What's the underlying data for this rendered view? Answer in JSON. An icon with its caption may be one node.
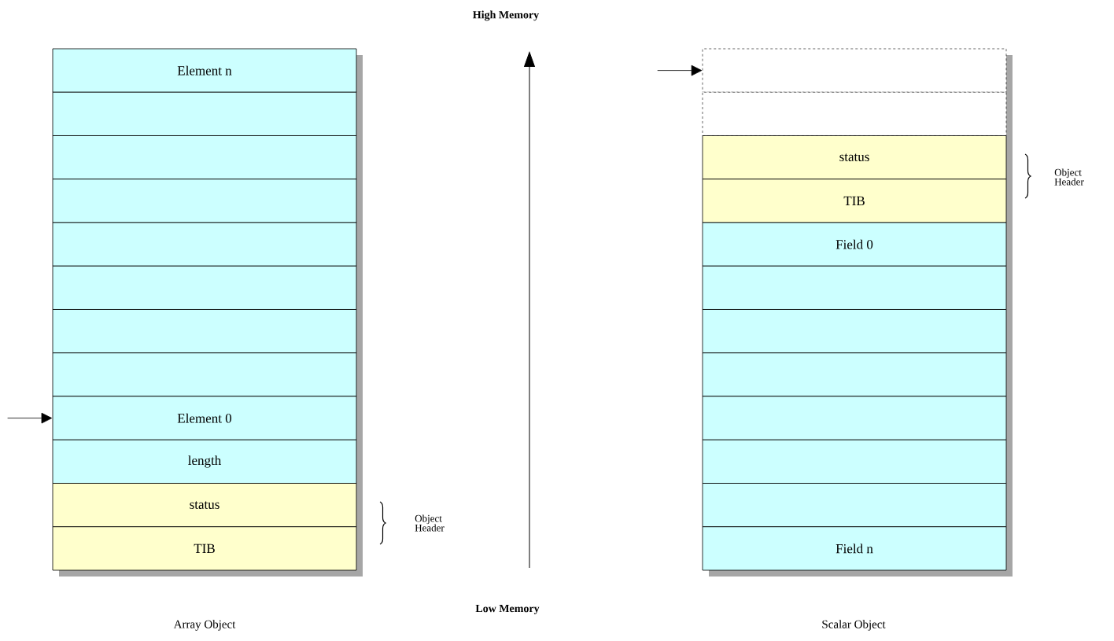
{
  "diagram": {
    "nodes": [
      {
        "text": [
          "Element n"
        ]
      },
      {
        "text": [],
        "shape": "box"
      },
      {
        "text": [],
        "shape": "box"
      },
      {
        "text": [],
        "shape": "box"
      },
      {
        "text": [],
        "shape": "box"
      },
      {
        "text": [],
        "shape": "box"
      },
      {
        "text": [],
        "shape": "box"
      },
      {
        "text": [],
        "shape": "box"
      },
      {
        "text": [
          "Element 0"
        ]
      },
      {
        "text": [
          "length"
        ]
      },
      {
        "text": [
          "status"
        ]
      },
      {
        "text": [
          "TIB"
        ]
      },
      {
        "text": [],
        "shape": "box"
      },
      {
        "text": [],
        "shape": "box"
      },
      {
        "text": [
          "status"
        ]
      },
      {
        "text": [
          "TIB"
        ]
      },
      {
        "text": [
          "Field 0"
        ]
      },
      {
        "text": [],
        "shape": "box"
      },
      {
        "text": [],
        "shape": "box"
      },
      {
        "text": [],
        "shape": "box"
      },
      {
        "text": [],
        "shape": "box"
      },
      {
        "text": [],
        "shape": "box"
      },
      {
        "text": [],
        "shape": "box"
      },
      {
        "text": [
          "Field n"
        ]
      }
    ],
    "edges": [
      {
        "from": null,
        "to": 8,
        "arrow": "to"
      },
      {
        "from": null,
        "to": 12,
        "arrow": "to"
      }
    ],
    "labels": [
      "High Memory",
      "Object Header",
      "Object Header",
      "Low Memory",
      "Array Object",
      "Scalar Object"
    ]
  }
}
